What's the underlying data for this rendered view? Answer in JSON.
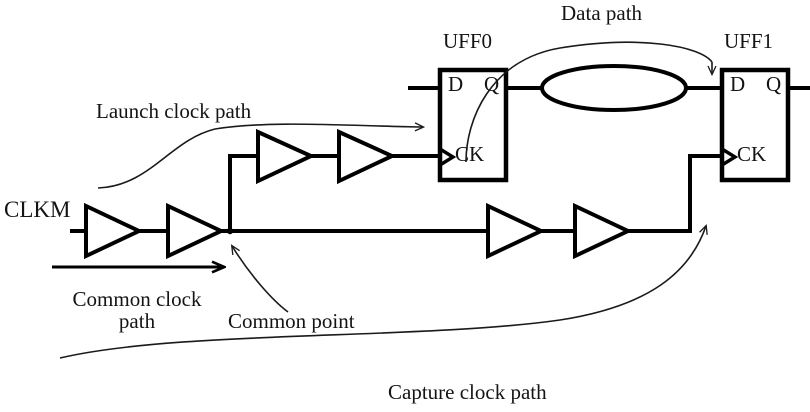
{
  "diagram": {
    "title": "Clock path diagram with launch and capture flip-flops",
    "background_color": "#ffffff",
    "wire_color": "#000000",
    "text_color": "#141414",
    "annotation_color": "#1a1a1a"
  },
  "signals": {
    "clock_input_label": "CLKM"
  },
  "flipflops": [
    {
      "name": "UFF0",
      "label": "UFF0",
      "pins": {
        "d": "D",
        "q": "Q",
        "ck": "CK"
      }
    },
    {
      "name": "UFF1",
      "label": "UFF1",
      "pins": {
        "d": "D",
        "q": "Q",
        "ck": "CK"
      }
    }
  ],
  "annotations": {
    "data_path": "Data path",
    "launch_clock_path": "Launch clock path",
    "common_clock_path_line1": "Common clock",
    "common_clock_path_line2": "path",
    "common_point": "Common point",
    "capture_clock_path": "Capture clock path"
  },
  "components": {
    "common_buffers": 2,
    "launch_buffers": 2,
    "capture_buffers": 2,
    "combinational_logic_cloud": "ellipse"
  }
}
